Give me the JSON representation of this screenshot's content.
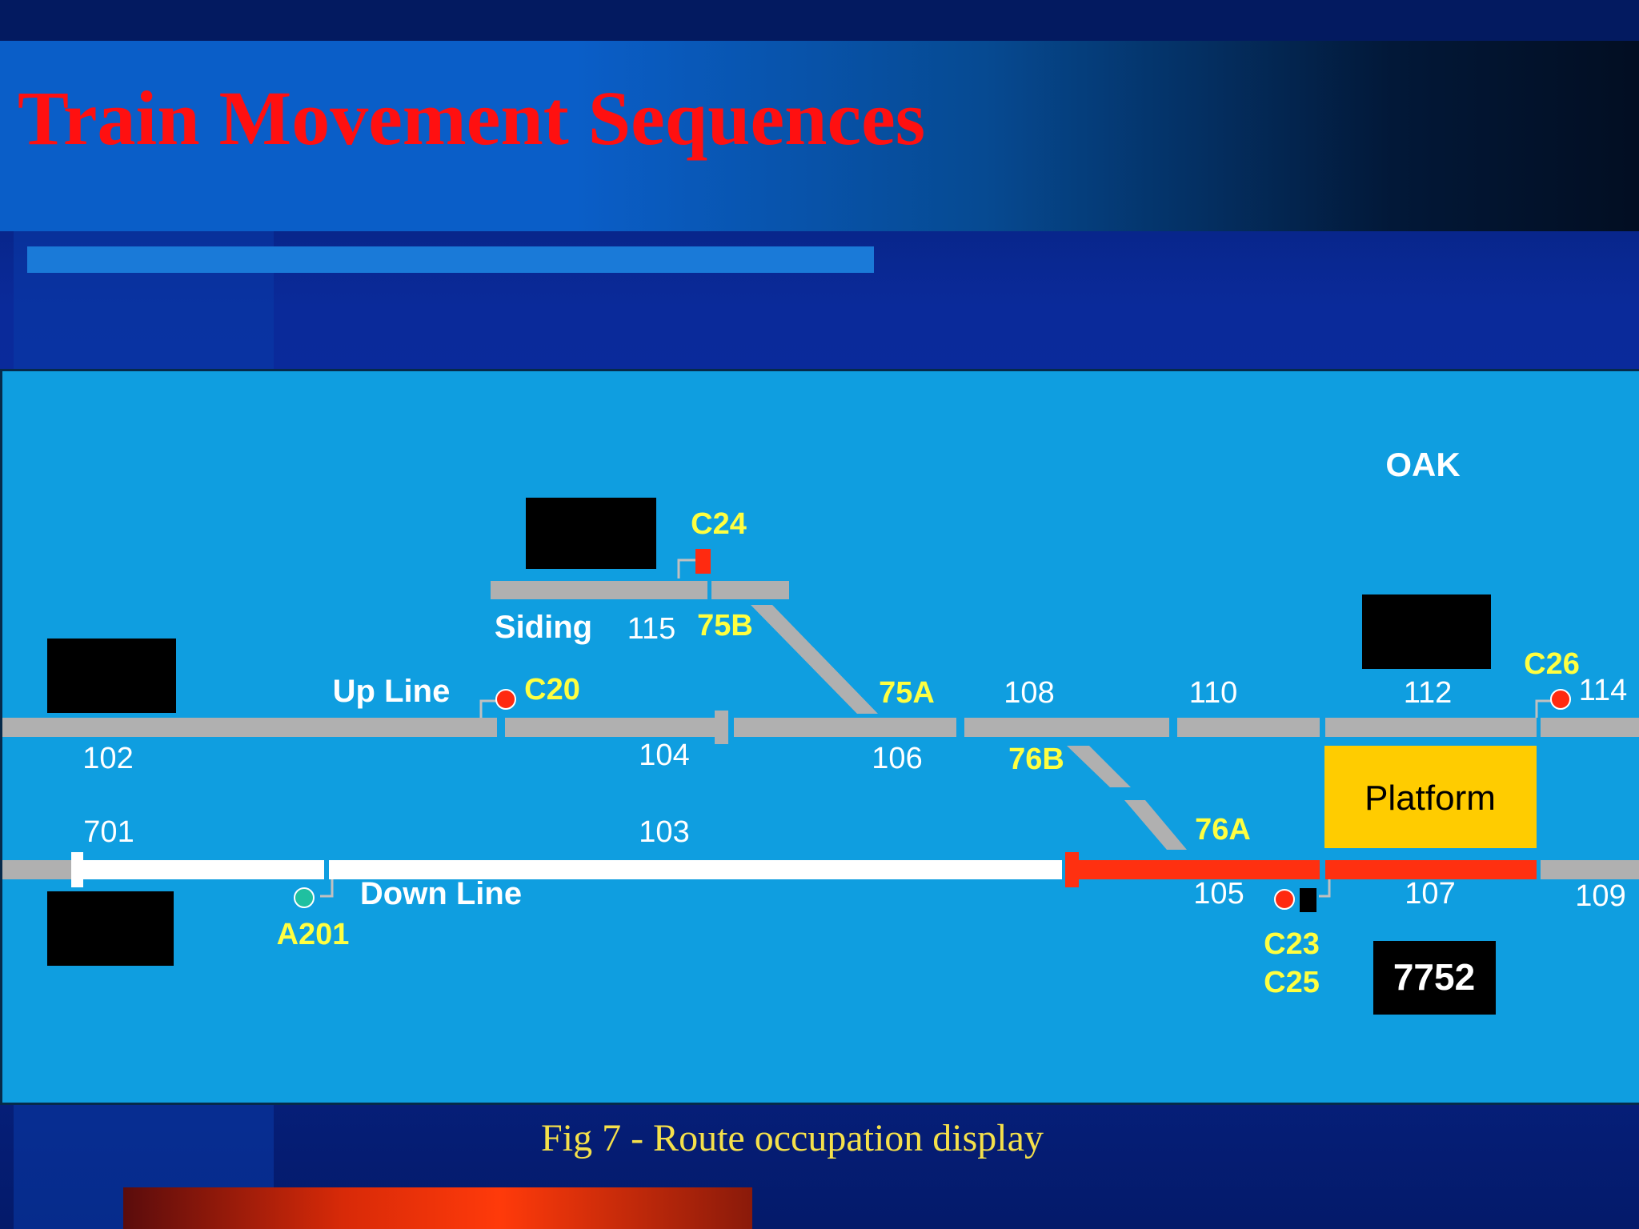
{
  "slide": {
    "title": "Train Movement Sequences",
    "caption": "Fig 7 - Route occupation display"
  },
  "diagram": {
    "station_name": "OAK",
    "line_labels": {
      "up_line": "Up Line",
      "down_line": "Down Line",
      "siding": "Siding",
      "platform": "Platform"
    },
    "track_labels": [
      "102",
      "104",
      "106",
      "108",
      "110",
      "112",
      "114",
      "701",
      "103",
      "105",
      "107",
      "109",
      "115"
    ],
    "point_labels": [
      "75A",
      "75B",
      "76A",
      "76B"
    ],
    "signal_labels": [
      "C20",
      "C24",
      "C26",
      "A201",
      "C23",
      "C25"
    ],
    "train_id": "7752",
    "colors": {
      "panel_bg": "#0f9ee0",
      "track_clear": "#b0b0b0",
      "route_set": "#ffffff",
      "occupied": "#ff3010",
      "platform": "#ffcc00",
      "signal_label": "#ffff40",
      "signal_red": "#ff2a10",
      "signal_green": "#20c0a0"
    }
  }
}
